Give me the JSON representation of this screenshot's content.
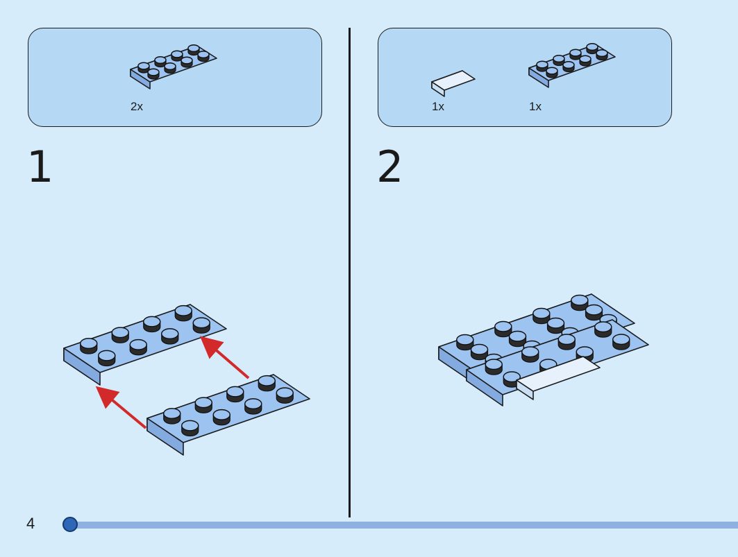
{
  "page": {
    "number": "4"
  },
  "steps": [
    {
      "number": "1",
      "parts": [
        {
          "name": "plate-2x4",
          "qty": "2x"
        }
      ]
    },
    {
      "number": "2",
      "parts": [
        {
          "name": "tile-1x2",
          "qty": "1x"
        },
        {
          "name": "plate-2x4",
          "qty": "1x"
        }
      ]
    }
  ],
  "colors": {
    "background": "#d6ecfb",
    "parts_panel": "#b5d8f5",
    "brick_top": "#9dc3f0",
    "brick_side": "#84abe0",
    "tile": "#e6f1fb",
    "arrow": "#d22a2a",
    "progress": "#8fb1e0"
  }
}
